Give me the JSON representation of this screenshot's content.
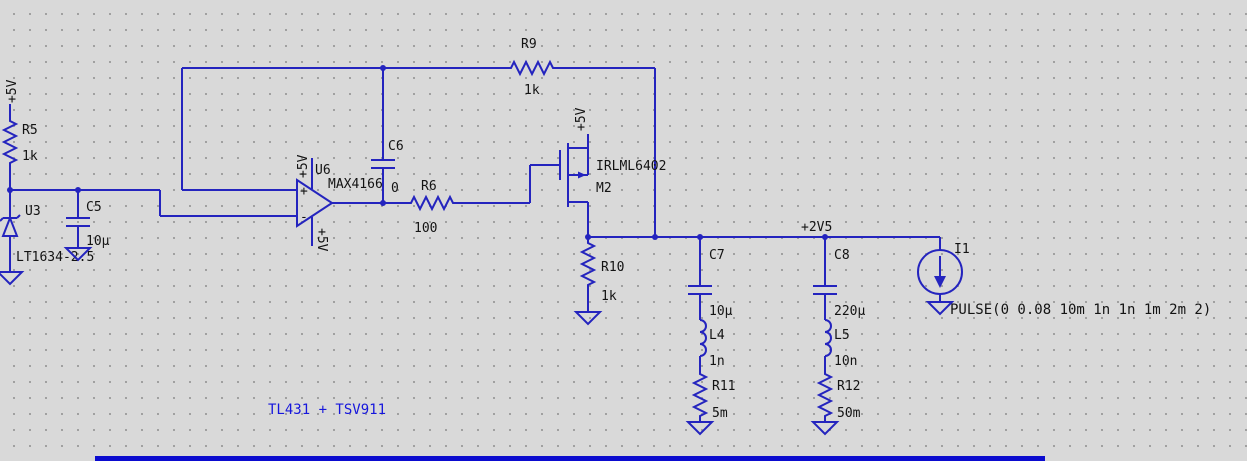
{
  "colors": {
    "background": "#d9d9d9",
    "grid_dot": "#9c9c9c",
    "wire": "#2424be",
    "label": "#131313",
    "comment": "#1616dc",
    "bottom_bar": "#0b0bcf"
  },
  "power_flags": {
    "left_rail": "+5V",
    "opamp_top": "+5V",
    "opamp_bottom": "+5V",
    "m2_source": "+5V",
    "output_net": "+2V5"
  },
  "opamp": {
    "plus_mark": "+",
    "minus_mark": "-"
  },
  "components": {
    "r5": {
      "name": "R5",
      "value": "1k"
    },
    "u3": {
      "name": "U3",
      "value": "LT1634-2.5"
    },
    "c5": {
      "name": "C5",
      "value": "10µ"
    },
    "u6": {
      "name": "U6",
      "value": "MAX4166"
    },
    "c6": {
      "name": "C6",
      "value": "0"
    },
    "r9": {
      "name": "R9",
      "value": "1k"
    },
    "r6": {
      "name": "R6",
      "value": "100"
    },
    "m2": {
      "name": "M2",
      "value": "IRLML6402"
    },
    "r10": {
      "name": "R10",
      "value": "1k"
    },
    "c7": {
      "name": "C7",
      "value": "10µ"
    },
    "l4": {
      "name": "L4",
      "value": "1n"
    },
    "r11": {
      "name": "R11",
      "value": "5m"
    },
    "c8": {
      "name": "C8",
      "value": "220µ"
    },
    "l5": {
      "name": "L5",
      "value": "10n"
    },
    "r12": {
      "name": "R12",
      "value": "50m"
    },
    "i1": {
      "name": "I1",
      "value": "PULSE(0 0.08 10m 1n 1n 1m 2m 2)"
    }
  },
  "comment": "TL431 + TSV911"
}
